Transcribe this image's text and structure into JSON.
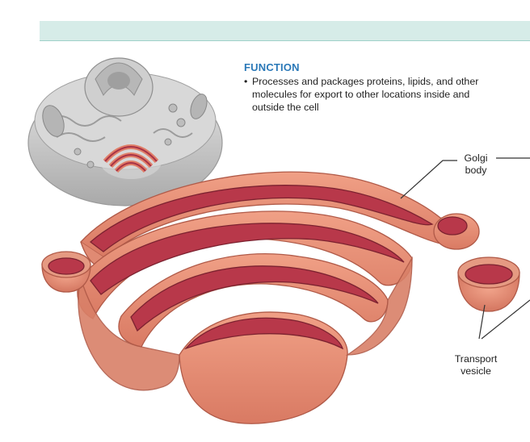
{
  "header_band": {
    "color": "#d6ece8"
  },
  "function": {
    "title": "FUNCTION",
    "bullet": "•",
    "text": "Processes and packages proteins, lipids, and other molecules for export to other locations inside and outside the cell"
  },
  "labels": {
    "golgi_body": "Golgi body",
    "transport_vesicle": "Transport vesicle"
  },
  "colors": {
    "title_blue": "#2b79b8",
    "membrane_outer": "#e08a73",
    "membrane_lumen": "#b8384a",
    "cell_gray": "#c9c9c9"
  }
}
